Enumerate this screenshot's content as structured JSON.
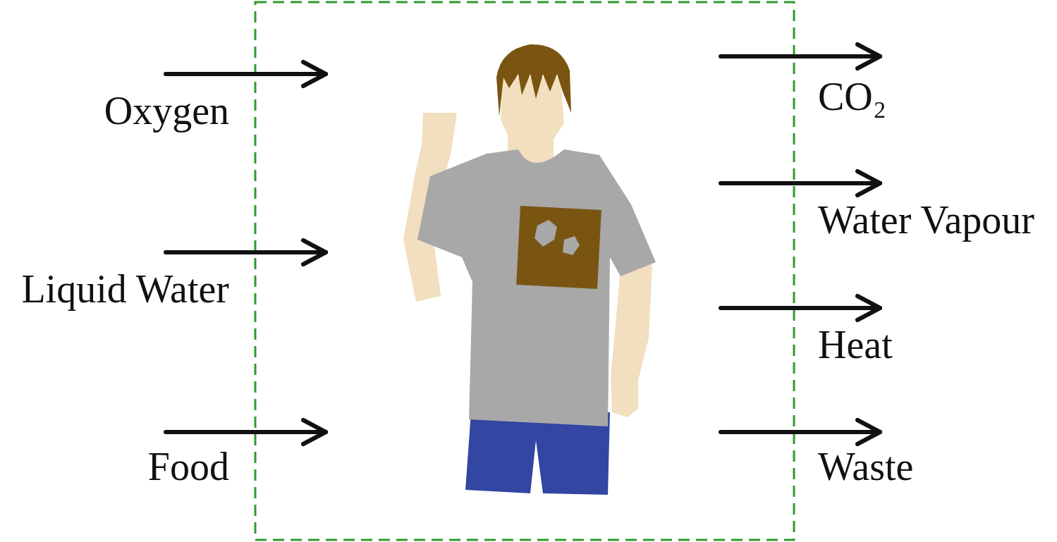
{
  "diagram": {
    "labels": [
      "Oxygen",
      "Liquid Water",
      "Food",
      "CO₂",
      "Water Vapour",
      "Heat",
      "Waste"
    ]
  }
}
